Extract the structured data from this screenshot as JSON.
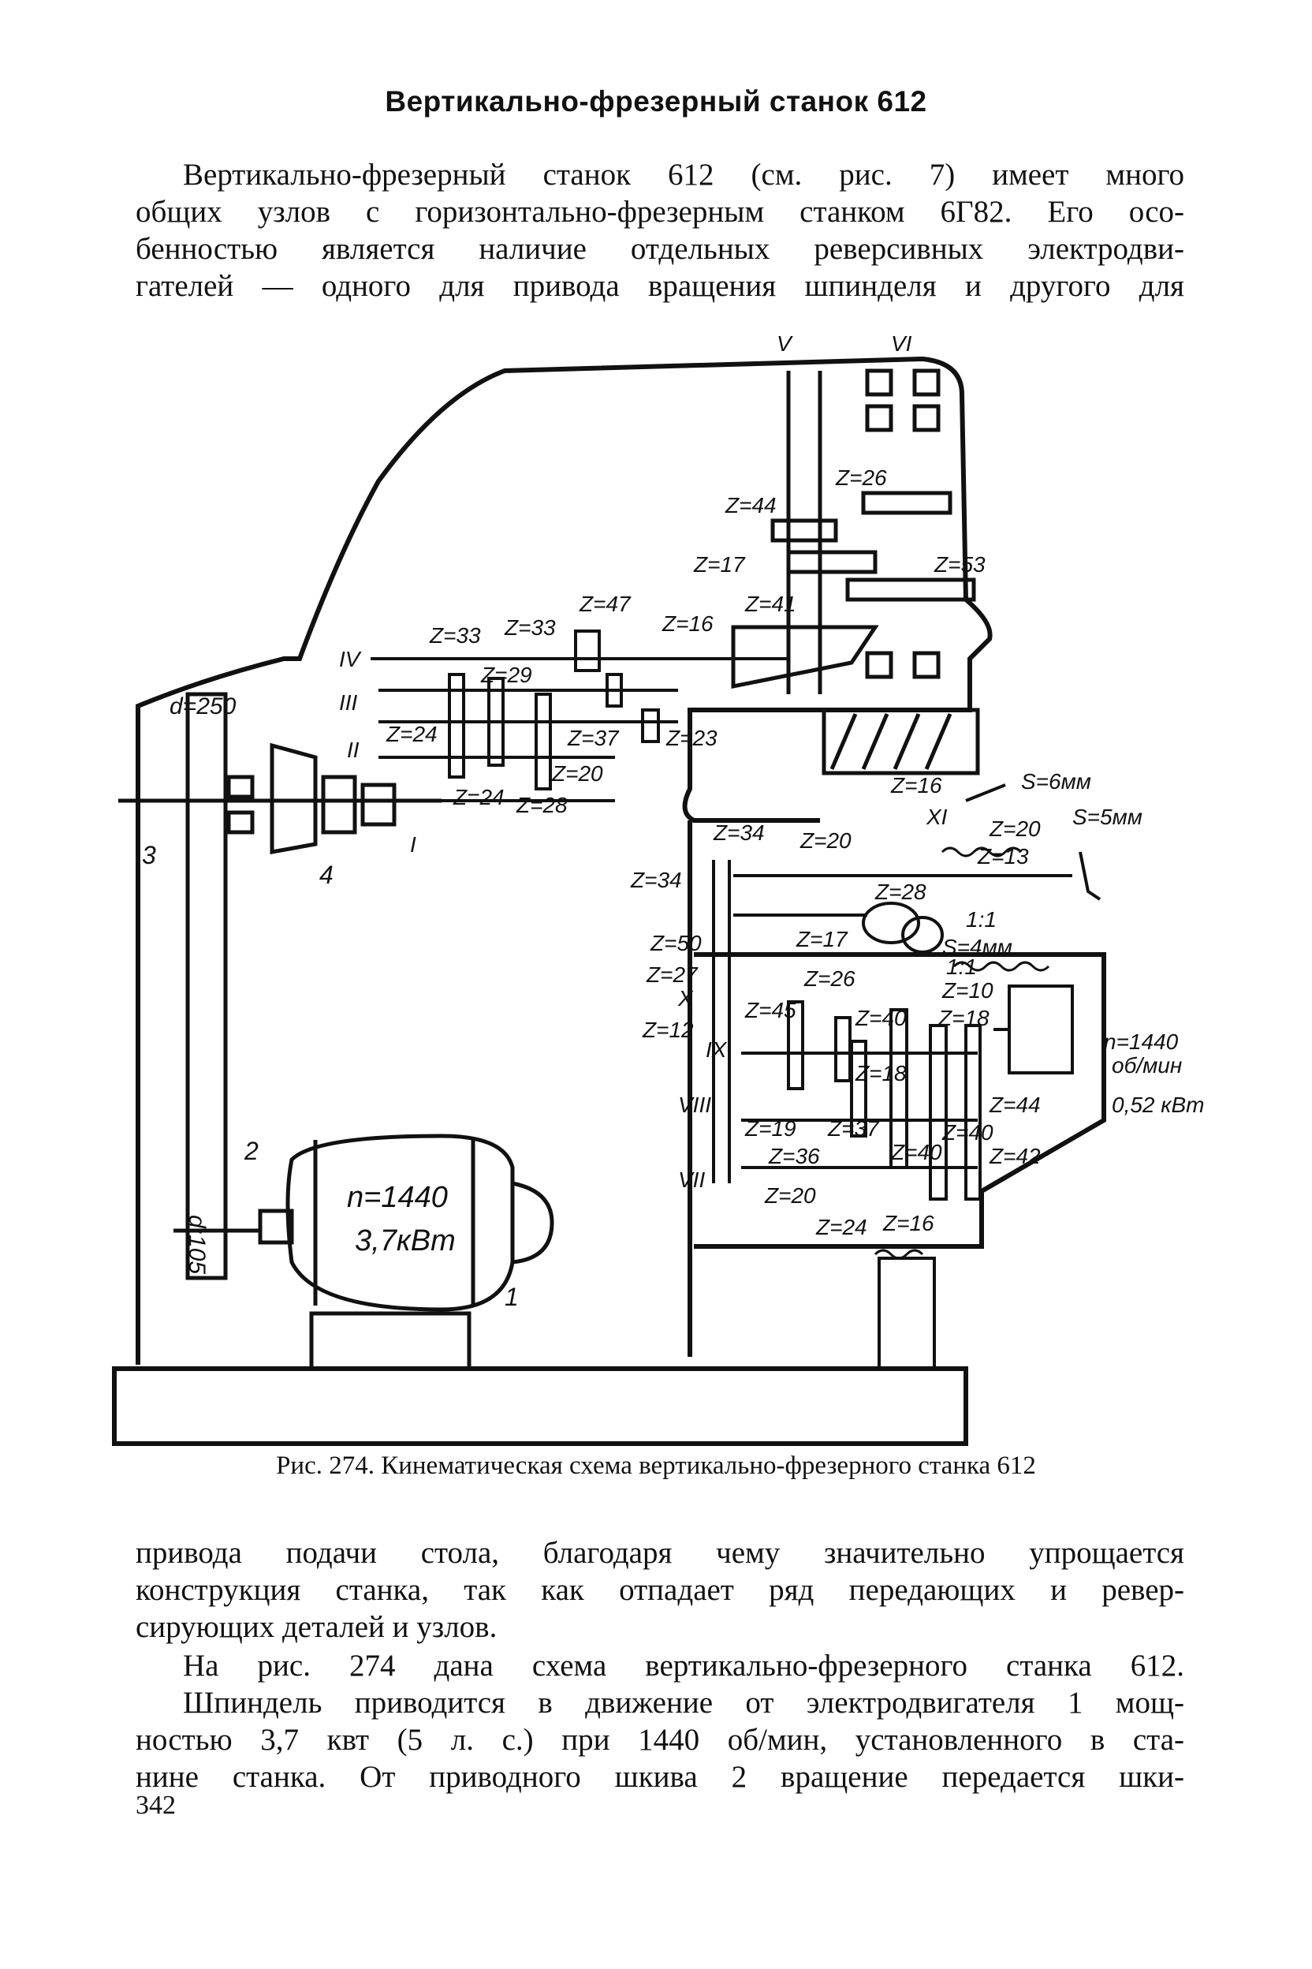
{
  "heading": "Вертикально-фрезерный станок 612",
  "intro_lines": [
    "Вертикально-фрезерный станок 612 (см. рис. 7) имеет много",
    "общих узлов с горизонтально-фрезерным станком 6Г82. Его осо-",
    "бенностью является наличие отдельных реверсивных электродви-",
    "гателей — одного для привода вращения шпинделя и другого для"
  ],
  "figure": {
    "caption": "Рис. 274. Кинематическая схема вертикально-фрезерного станка 612",
    "labels": {
      "shaft_V": "V",
      "shaft_VI": "VI",
      "shaft_IV": "IV",
      "shaft_III": "III",
      "shaft_II": "II",
      "shaft_I": "I",
      "shaft_XI": "XI",
      "shaft_X": "X",
      "shaft_IX": "IX",
      "shaft_VIII": "VIII",
      "shaft_VII": "VII",
      "z26_top": "Z=26",
      "z44_top": "Z=44",
      "z17_top": "Z=17",
      "z53": "Z=53",
      "z41": "Z=41",
      "z47": "Z=47",
      "z16_top": "Z=16",
      "z33a": "Z=33",
      "z33b": "Z=33",
      "z29": "Z=29",
      "z24a": "Z=24",
      "z37": "Z=37",
      "z23": "Z=23",
      "z20a": "Z=20",
      "z24b": "Z=24",
      "z28": "Z=28",
      "d250": "d=250",
      "d105": "d:105",
      "pulley3": "3",
      "unit4": "4",
      "pulley2": "2",
      "motor1": "1",
      "motor_n": "n=1440",
      "motor_p": "3,7кВт",
      "s6": "S=6мм",
      "s5": "S=5мм",
      "s4": "S=4мм",
      "z16_feed": "Z=16",
      "z20_feed_a": "Z=20",
      "z20_feed_b": "Z=20",
      "z13": "Z=13",
      "z34a": "Z=34",
      "z34b": "Z=34",
      "z28_feed": "Z=28",
      "ratio1": "1:1",
      "ratio2": "1:1",
      "z17_feed": "Z=17",
      "z50": "Z=50",
      "z27": "Z=27",
      "z26_feed": "Z=26",
      "z10": "Z=10",
      "z45": "Z=45",
      "z40_a": "Z=40",
      "z18_a": "Z=18",
      "z12": "Z=12",
      "z18_b": "Z=18",
      "feed_n": "n=1440",
      "feed_unit": "об/мин",
      "feed_p": "0,52 кВт",
      "z44_feed": "Z=44",
      "z19": "Z=19",
      "z37_feed": "Z=37",
      "z40_b": "Z=40",
      "z40_c": "Z=40",
      "z36": "Z=36",
      "z42": "Z=42",
      "z20_feed_c": "Z=20",
      "z24_feed": "Z=24",
      "z16_feed_b": "Z=16"
    }
  },
  "body_lines_1": [
    "привода подачи стола, благодаря чему значительно упрощается",
    "конструкция станка, так как отпадает ряд передающих и ревер-",
    "сирующих деталей и узлов."
  ],
  "body_line_2": "На рис. 274 дана схема вертикально-фрезерного станка 612.",
  "body_lines_3": [
    "Шпиндель приводится в движение от электродвигателя 1 мощ-",
    "ностью 3,7 квт (5 л. с.) при 1440 об/мин, установленного в ста-",
    "нине станка. От приводного шкива 2 вращение передается шки-"
  ],
  "page_number": "342"
}
